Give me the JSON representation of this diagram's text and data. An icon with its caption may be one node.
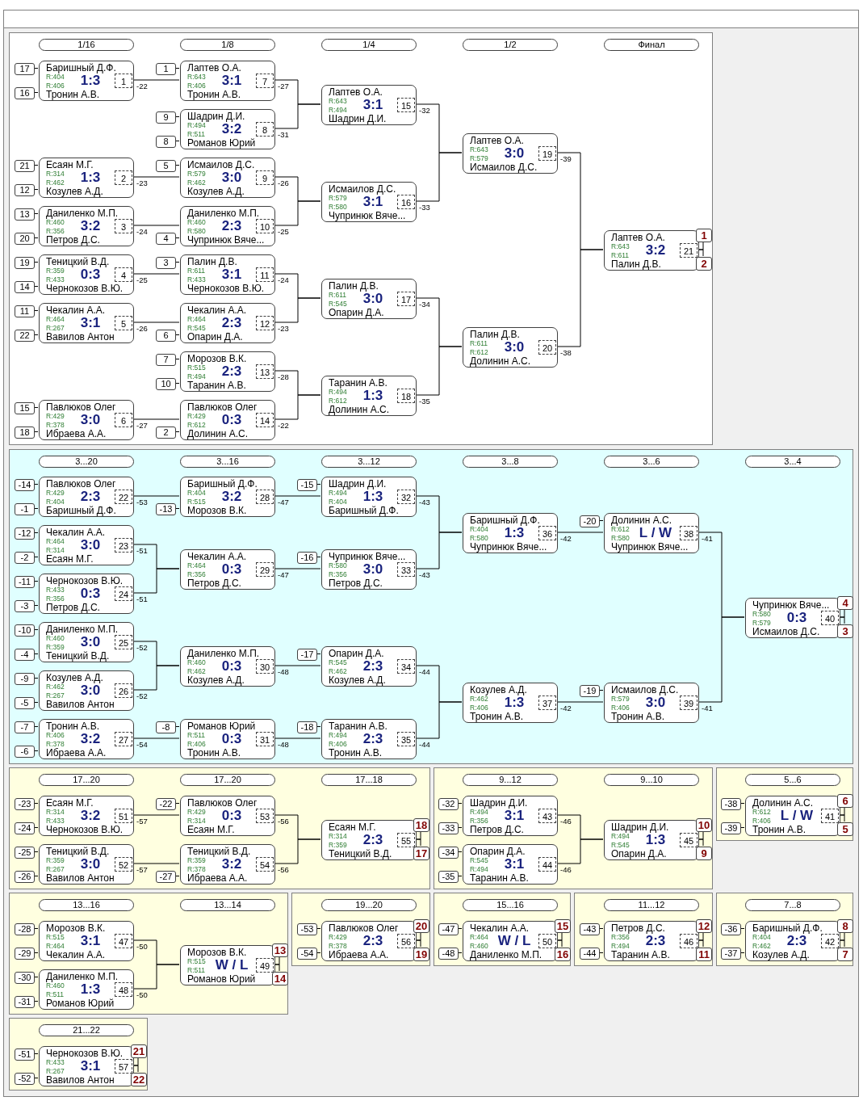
{
  "diagram": {
    "nodes": [
      {
        "text": [],
        "shape": "box"
      },
      {
        "text": [
          "1/16"
        ],
        "in": 0
      },
      {
        "text": [
          "1/8"
        ],
        "in": 0
      },
      {
        "text": [
          "1/4"
        ],
        "in": 0
      },
      {
        "text": [
          "1/2"
        ],
        "in": 0
      },
      {
        "text": [
          "Финал"
        ],
        "in": 0
      },
      {
        "text": [
          "17"
        ],
        "in": 0
      },
      {
        "text": [
          "16"
        ],
        "in": 0
      },
      {
        "text": [
          "Баришный Д.Ф.",
          "R:404",
          "1:3",
          "R:406",
          "Тронин А.В.",
          "1"
        ],
        "in": 0
      },
      {
        "text": [
          "21"
        ],
        "in": 0
      },
      {
        "text": [
          "12"
        ],
        "in": 0
      },
      {
        "text": [
          "Есаян М.Г.",
          "R:314",
          "1:3",
          "R:462",
          "Козулев А.Д.",
          "2"
        ],
        "in": 0
      },
      {
        "text": [
          "13"
        ],
        "in": 0
      },
      {
        "text": [
          "20"
        ],
        "in": 0
      },
      {
        "text": [
          "Даниленко М.П.",
          "R:460",
          "3:2",
          "R:356",
          "Петров Д.С.",
          "3"
        ],
        "in": 0
      },
      {
        "text": [
          "19"
        ],
        "in": 0
      },
      {
        "text": [
          "14"
        ],
        "in": 0
      },
      {
        "text": [
          "Теницкий В.Д.",
          "R:359",
          "0:3",
          "R:433",
          "Чернокозов В.Ю.",
          "4"
        ],
        "in": 0
      },
      {
        "text": [
          "11"
        ],
        "in": 0
      },
      {
        "text": [
          "22"
        ],
        "in": 0
      },
      {
        "text": [
          "Чекалин А.А.",
          "R:464",
          "3:1",
          "R:267",
          "Вавилов Антон",
          "5"
        ],
        "in": 0
      },
      {
        "text": [
          "15"
        ],
        "in": 0
      },
      {
        "text": [
          "18"
        ],
        "in": 0
      },
      {
        "text": [
          "Павлюков Олег",
          "R:429",
          "3:0",
          "R:378",
          "Ибраева А.А.",
          "6"
        ],
        "in": 0
      },
      {
        "text": [
          "1"
        ],
        "in": 0
      },
      {
        "text": [
          "Лаптев О.А.",
          "R:643",
          "3:1",
          "R:406",
          "Тронин А.В.",
          "7"
        ],
        "in": 0
      },
      {
        "text": [
          "9"
        ],
        "in": 0
      },
      {
        "text": [
          "8"
        ],
        "in": 0
      },
      {
        "text": [
          "Шадрин Д.И.",
          "R:494",
          "3:2",
          "R:511",
          "Романов Юрий",
          "8"
        ],
        "in": 0
      },
      {
        "text": [
          "5"
        ],
        "in": 0
      },
      {
        "text": [
          "Исмаилов Д.С.",
          "R:579",
          "3:0",
          "R:462",
          "Козулев А.Д.",
          "9"
        ],
        "in": 0
      },
      {
        "text": [
          "4"
        ],
        "in": 0
      },
      {
        "text": [
          "Даниленко М.П.",
          "R:460",
          "2:3",
          "R:580",
          "Чупринюк Вяче...",
          "10"
        ],
        "in": 0
      },
      {
        "text": [
          "3"
        ],
        "in": 0
      },
      {
        "text": [
          "Палин Д.В.",
          "R:611",
          "3:1",
          "R:433",
          "Чернокозов В.Ю.",
          "11"
        ],
        "in": 0
      },
      {
        "text": [
          "6"
        ],
        "in": 0
      },
      {
        "text": [
          "Чекалин А.А.",
          "R:464",
          "2:3",
          "R:545",
          "Опарин Д.А.",
          "12"
        ],
        "in": 0
      },
      {
        "text": [
          "7"
        ],
        "in": 0
      },
      {
        "text": [
          "10"
        ],
        "in": 0
      },
      {
        "text": [
          "Морозов В.К.",
          "R:515",
          "2:3",
          "R:494",
          "Таранин А.В.",
          "13"
        ],
        "in": 0
      },
      {
        "text": [
          "2"
        ],
        "in": 0
      },
      {
        "text": [
          "Павлюков Олег",
          "R:429",
          "0:3",
          "R:612",
          "Долинин А.С.",
          "14"
        ],
        "in": 0
      },
      {
        "text": [
          "Лаптев О.А.",
          "R:643",
          "3:1",
          "R:494",
          "Шадрин Д.И.",
          "15"
        ],
        "in": 0
      },
      {
        "text": [
          "Исмаилов Д.С.",
          "R:579",
          "3:1",
          "R:580",
          "Чупринюк Вяче...",
          "16"
        ],
        "in": 0
      },
      {
        "text": [
          "Палин Д.В.",
          "R:611",
          "3:0",
          "R:545",
          "Опарин Д.А.",
          "17"
        ],
        "in": 0
      },
      {
        "text": [
          "Таранин А.В.",
          "R:494",
          "1:3",
          "R:612",
          "Долинин А.С.",
          "18"
        ],
        "in": 0
      },
      {
        "text": [
          "Лаптев О.А.",
          "R:643",
          "3:0",
          "R:579",
          "Исмаилов Д.С.",
          "19"
        ],
        "in": 0
      },
      {
        "text": [
          "Палин Д.В.",
          "R:611",
          "3:0",
          "R:612",
          "Долинин А.С.",
          "20"
        ],
        "in": 0
      },
      {
        "text": [
          "Лаптев О.А.",
          "R:643",
          "3:2",
          "R:611",
          "Палин Д.В.",
          "21"
        ],
        "in": 0
      },
      {
        "text": [
          "1"
        ],
        "in": 0
      },
      {
        "text": [
          "2"
        ],
        "in": 0
      },
      {
        "text": [],
        "shape": "box"
      },
      {
        "text": [
          "3...20"
        ],
        "in": 51
      },
      {
        "text": [
          "3...16"
        ],
        "in": 51
      },
      {
        "text": [
          "3...12"
        ],
        "in": 51
      },
      {
        "text": [
          "3...8"
        ],
        "in": 51
      },
      {
        "text": [
          "3...6"
        ],
        "in": 51
      },
      {
        "text": [
          "3...4"
        ],
        "in": 51
      },
      {
        "text": [
          "-14"
        ],
        "in": 51
      },
      {
        "text": [
          "-1"
        ],
        "in": 51
      },
      {
        "text": [
          "Павлюков Олег",
          "R:429",
          "2:3",
          "R:404",
          "Баришный Д.Ф.",
          "22"
        ],
        "in": 51
      },
      {
        "text": [
          "-12"
        ],
        "in": 51
      },
      {
        "text": [
          "-2"
        ],
        "in": 51
      },
      {
        "text": [
          "Чекалин А.А.",
          "R:464",
          "3:0",
          "R:314",
          "Есаян М.Г.",
          "23"
        ],
        "in": 51
      },
      {
        "text": [
          "-11"
        ],
        "in": 51
      },
      {
        "text": [
          "-3"
        ],
        "in": 51
      },
      {
        "text": [
          "Чернокозов В.Ю.",
          "R:433",
          "0:3",
          "R:356",
          "Петров Д.С.",
          "24"
        ],
        "in": 51
      },
      {
        "text": [
          "-10"
        ],
        "in": 51
      },
      {
        "text": [
          "-4"
        ],
        "in": 51
      },
      {
        "text": [
          "Даниленко М.П.",
          "R:460",
          "3:0",
          "R:359",
          "Теницкий В.Д.",
          "25"
        ],
        "in": 51
      },
      {
        "text": [
          "-9"
        ],
        "in": 51
      },
      {
        "text": [
          "-5"
        ],
        "in": 51
      },
      {
        "text": [
          "Козулев А.Д.",
          "R:462",
          "3:0",
          "R:267",
          "Вавилов Антон",
          "26"
        ],
        "in": 51
      },
      {
        "text": [
          "-7"
        ],
        "in": 51
      },
      {
        "text": [
          "-6"
        ],
        "in": 51
      },
      {
        "text": [
          "Тронин А.В.",
          "R:406",
          "3:2",
          "R:378",
          "Ибраева А.А.",
          "27"
        ],
        "in": 51
      },
      {
        "text": [
          "-13"
        ],
        "in": 51
      },
      {
        "text": [
          "Баришный Д.Ф.",
          "R:404",
          "3:2",
          "R:515",
          "Морозов В.К.",
          "28"
        ],
        "in": 51
      },
      {
        "text": [
          "Чекалин А.А.",
          "R:464",
          "0:3",
          "R:356",
          "Петров Д.С.",
          "29"
        ],
        "in": 51
      },
      {
        "text": [
          "Даниленко М.П.",
          "R:460",
          "0:3",
          "R:462",
          "Козулев А.Д.",
          "30"
        ],
        "in": 51
      },
      {
        "text": [
          "-8"
        ],
        "in": 51
      },
      {
        "text": [
          "Романов Юрий",
          "R:511",
          "0:3",
          "R:406",
          "Тронин А.В.",
          "31"
        ],
        "in": 51
      },
      {
        "text": [
          "-15"
        ],
        "in": 51
      },
      {
        "text": [
          "Шадрин Д.И.",
          "R:494",
          "1:3",
          "R:404",
          "Баришный Д.Ф.",
          "32"
        ],
        "in": 51
      },
      {
        "text": [
          "-16"
        ],
        "in": 51
      },
      {
        "text": [
          "Чупринюк Вяче...",
          "R:580",
          "3:0",
          "R:356",
          "Петров Д.С.",
          "33"
        ],
        "in": 51
      },
      {
        "text": [
          "-17"
        ],
        "in": 51
      },
      {
        "text": [
          "Опарин Д.А.",
          "R:545",
          "2:3",
          "R:462",
          "Козулев А.Д.",
          "34"
        ],
        "in": 51
      },
      {
        "text": [
          "-18"
        ],
        "in": 51
      },
      {
        "text": [
          "Таранин А.В.",
          "R:494",
          "2:3",
          "R:406",
          "Тронин А.В.",
          "35"
        ],
        "in": 51
      },
      {
        "text": [
          "Баришный Д.Ф.",
          "R:404",
          "1:3",
          "R:580",
          "Чупринюк Вяче...",
          "36"
        ],
        "in": 51
      },
      {
        "text": [
          "Козулев А.Д.",
          "R:462",
          "1:3",
          "R:406",
          "Тронин А.В.",
          "37"
        ],
        "in": 51
      },
      {
        "text": [
          "-20"
        ],
        "in": 51
      },
      {
        "text": [
          "Долинин А.С.",
          "R:612",
          "L / W",
          "R:580",
          "Чупринюк Вяче...",
          "38"
        ],
        "in": 51
      },
      {
        "text": [
          "-19"
        ],
        "in": 51
      },
      {
        "text": [
          "Исмаилов Д.С.",
          "R:579",
          "3:0",
          "R:406",
          "Тронин А.В.",
          "39"
        ],
        "in": 51
      },
      {
        "text": [
          "Чупринюк Вяче...",
          "R:580",
          "0:3",
          "R:579",
          "Исмаилов Д.С.",
          "40"
        ],
        "in": 51
      },
      {
        "text": [
          "4"
        ],
        "in": 51
      },
      {
        "text": [
          "3"
        ],
        "in": 51
      },
      {
        "text": [],
        "shape": "box"
      },
      {
        "text": [
          "17...20"
        ],
        "in": 99
      },
      {
        "text": [
          "17...20"
        ],
        "in": 99
      },
      {
        "text": [
          "17...18"
        ],
        "in": 99
      },
      {
        "text": [
          "-23"
        ],
        "in": 99
      },
      {
        "text": [
          "-24"
        ],
        "in": 99
      },
      {
        "text": [
          "Есаян М.Г.",
          "R:314",
          "3:2",
          "R:433",
          "Чернокозов В.Ю.",
          "51"
        ],
        "in": 99
      },
      {
        "text": [
          "-25"
        ],
        "in": 99
      },
      {
        "text": [
          "-26"
        ],
        "in": 99
      },
      {
        "text": [
          "Теницкий В.Д.",
          "R:359",
          "3:0",
          "R:267",
          "Вавилов Антон",
          "52"
        ],
        "in": 99
      },
      {
        "text": [
          "-22"
        ],
        "in": 99
      },
      {
        "text": [
          "Павлюков Олег",
          "R:429",
          "0:3",
          "R:314",
          "Есаян М.Г.",
          "53"
        ],
        "in": 99
      },
      {
        "text": [
          "-27"
        ],
        "in": 99
      },
      {
        "text": [
          "Теницкий В.Д.",
          "R:359",
          "3:2",
          "R:378",
          "Ибраева А.А.",
          "54"
        ],
        "in": 99
      },
      {
        "text": [
          "Есаян М.Г.",
          "R:314",
          "2:3",
          "R:359",
          "Теницкий В.Д.",
          "55"
        ],
        "in": 99
      },
      {
        "text": [
          "18"
        ],
        "in": 99
      },
      {
        "text": [
          "17"
        ],
        "in": 99
      },
      {
        "text": [],
        "shape": "box"
      },
      {
        "text": [
          "9...12"
        ],
        "in": 116
      },
      {
        "text": [
          "9...10"
        ],
        "in": 116
      },
      {
        "text": [
          "-32"
        ],
        "in": 116
      },
      {
        "text": [
          "-33"
        ],
        "in": 116
      },
      {
        "text": [
          "Шадрин Д.И.",
          "R:494",
          "3:1",
          "R:356",
          "Петров Д.С.",
          "43"
        ],
        "in": 116
      },
      {
        "text": [
          "-34"
        ],
        "in": 116
      },
      {
        "text": [
          "-35"
        ],
        "in": 116
      },
      {
        "text": [
          "Опарин Д.А.",
          "R:545",
          "3:1",
          "R:494",
          "Таранин А.В.",
          "44"
        ],
        "in": 116
      },
      {
        "text": [
          "Шадрин Д.И.",
          "R:494",
          "1:3",
          "R:545",
          "Опарин Д.А.",
          "45"
        ],
        "in": 116
      },
      {
        "text": [
          "10"
        ],
        "in": 116
      },
      {
        "text": [
          "9"
        ],
        "in": 116
      },
      {
        "text": [],
        "shape": "box"
      },
      {
        "text": [
          "5...6"
        ],
        "in": 128
      },
      {
        "text": [
          "-38"
        ],
        "in": 128
      },
      {
        "text": [
          "-39"
        ],
        "in": 128
      },
      {
        "text": [
          "Долинин А.С.",
          "R:612",
          "L / W",
          "R:406",
          "Тронин А.В.",
          "41"
        ],
        "in": 128
      },
      {
        "text": [
          "6"
        ],
        "in": 128
      },
      {
        "text": [
          "5"
        ],
        "in": 128
      },
      {
        "text": [],
        "shape": "box"
      },
      {
        "text": [
          "13...16"
        ],
        "in": 135
      },
      {
        "text": [
          "13...14"
        ],
        "in": 135
      },
      {
        "text": [
          "-28"
        ],
        "in": 135
      },
      {
        "text": [
          "-29"
        ],
        "in": 135
      },
      {
        "text": [
          "Морозов В.К.",
          "R:515",
          "3:1",
          "R:464",
          "Чекалин А.А.",
          "47"
        ],
        "in": 135
      },
      {
        "text": [
          "-30"
        ],
        "in": 135
      },
      {
        "text": [
          "-31"
        ],
        "in": 135
      },
      {
        "text": [
          "Даниленко М.П.",
          "R:460",
          "1:3",
          "R:511",
          "Романов Юрий",
          "48"
        ],
        "in": 135
      },
      {
        "text": [
          "Морозов В.К.",
          "R:515",
          "W / L",
          "R:511",
          "Романов Юрий",
          "49"
        ],
        "in": 135
      },
      {
        "text": [
          "13"
        ],
        "in": 135
      },
      {
        "text": [
          "14"
        ],
        "in": 135
      },
      {
        "text": [],
        "shape": "box"
      },
      {
        "text": [
          "19...20"
        ],
        "in": 147
      },
      {
        "text": [
          "-53"
        ],
        "in": 147
      },
      {
        "text": [
          "-54"
        ],
        "in": 147
      },
      {
        "text": [
          "Павлюков Олег",
          "R:429",
          "2:3",
          "R:378",
          "Ибраева А.А.",
          "56"
        ],
        "in": 147
      },
      {
        "text": [
          "20"
        ],
        "in": 147
      },
      {
        "text": [
          "19"
        ],
        "in": 147
      },
      {
        "text": [],
        "shape": "box"
      },
      {
        "text": [
          "15...16"
        ],
        "in": 154
      },
      {
        "text": [
          "-47"
        ],
        "in": 154
      },
      {
        "text": [
          "-48"
        ],
        "in": 154
      },
      {
        "text": [
          "Чекалин А.А.",
          "R:464",
          "W / L",
          "R:460",
          "Даниленко М.П.",
          "50"
        ],
        "in": 154
      },
      {
        "text": [
          "15"
        ],
        "in": 154
      },
      {
        "text": [
          "16"
        ],
        "in": 154
      },
      {
        "text": [],
        "shape": "box"
      },
      {
        "text": [
          "11...12"
        ],
        "in": 161
      },
      {
        "text": [
          "-43"
        ],
        "in": 161
      },
      {
        "text": [
          "-44"
        ],
        "in": 161
      },
      {
        "text": [
          "Петров Д.С.",
          "R:356",
          "2:3",
          "R:494",
          "Таранин А.В.",
          "46"
        ],
        "in": 161
      },
      {
        "text": [
          "12"
        ],
        "in": 161
      },
      {
        "text": [
          "11"
        ],
        "in": 161
      },
      {
        "text": [],
        "shape": "box"
      },
      {
        "text": [
          "7...8"
        ],
        "in": 168
      },
      {
        "text": [
          "-36"
        ],
        "in": 168
      },
      {
        "text": [
          "-37"
        ],
        "in": 168
      },
      {
        "text": [
          "Баришный Д.Ф.",
          "R:404",
          "2:3",
          "R:462",
          "Козулев А.Д.",
          "42"
        ],
        "in": 168
      },
      {
        "text": [
          "8"
        ],
        "in": 168
      },
      {
        "text": [
          "7"
        ],
        "in": 168
      },
      {
        "text": [],
        "shape": "box"
      },
      {
        "text": [
          "21...22"
        ],
        "in": 175
      },
      {
        "text": [
          "-51"
        ],
        "in": 175
      },
      {
        "text": [
          "-52"
        ],
        "in": 175
      },
      {
        "text": [
          "Чернокозов В.Ю.",
          "R:433",
          "3:1",
          "R:267",
          "Вавилов Антон",
          "57"
        ],
        "in": 175
      },
      {
        "text": [
          "21"
        ],
        "in": 175
      },
      {
        "text": [
          "22"
        ],
        "in": 175
      }
    ],
    "edges": [
      {
        "from": 6,
        "to": 8,
        "arrow": "none"
      },
      {
        "from": 7,
        "to": 8,
        "arrow": "none"
      },
      {
        "from": 9,
        "to": 11,
        "arrow": "none"
      },
      {
        "from": 10,
        "to": 11,
        "arrow": "none"
      },
      {
        "from": 12,
        "to": 14,
        "arrow": "none"
      },
      {
        "from": 13,
        "to": 14,
        "arrow": "none"
      },
      {
        "from": 15,
        "to": 17,
        "arrow": "none"
      },
      {
        "from": 16,
        "to": 17,
        "arrow": "none"
      },
      {
        "from": 18,
        "to": 20,
        "arrow": "none"
      },
      {
        "from": 19,
        "to": 20,
        "arrow": "none"
      },
      {
        "from": 21,
        "to": 23,
        "arrow": "none"
      },
      {
        "from": 22,
        "to": 23,
        "arrow": "none"
      },
      {
        "from": 24,
        "to": 25,
        "arrow": "none"
      },
      {
        "from": 8,
        "to": 25,
        "arrow": "none",
        "label": "-22"
      },
      {
        "from": 26,
        "to": 28,
        "arrow": "none"
      },
      {
        "from": 27,
        "to": 28,
        "arrow": "none"
      },
      {
        "from": 29,
        "to": 30,
        "arrow": "none"
      },
      {
        "from": 11,
        "to": 30,
        "arrow": "none",
        "label": "-23"
      },
      {
        "from": 14,
        "to": 32,
        "arrow": "none",
        "label": "-24"
      },
      {
        "from": 31,
        "to": 32,
        "arrow": "none"
      },
      {
        "from": 33,
        "to": 34,
        "arrow": "none"
      },
      {
        "from": 17,
        "to": 34,
        "arrow": "none",
        "label": "-25"
      },
      {
        "from": 20,
        "to": 36,
        "arrow": "none",
        "label": "-26"
      },
      {
        "from": 35,
        "to": 36,
        "arrow": "none"
      },
      {
        "from": 37,
        "to": 39,
        "arrow": "none"
      },
      {
        "from": 38,
        "to": 39,
        "arrow": "none"
      },
      {
        "from": 23,
        "to": 41,
        "arrow": "none",
        "label": "-27"
      },
      {
        "from": 40,
        "to": 41,
        "arrow": "none"
      },
      {
        "from": 25,
        "to": 42,
        "arrow": "none",
        "label": "-27"
      },
      {
        "from": 28,
        "to": 42,
        "arrow": "none",
        "label": "-31"
      },
      {
        "from": 30,
        "to": 43,
        "arrow": "none",
        "label": "-26"
      },
      {
        "from": 32,
        "to": 43,
        "arrow": "none",
        "label": "-25"
      },
      {
        "from": 34,
        "to": 44,
        "arrow": "none",
        "label": "-24"
      },
      {
        "from": 36,
        "to": 44,
        "arrow": "none",
        "label": "-23"
      },
      {
        "from": 39,
        "to": 45,
        "arrow": "none",
        "label": "-28"
      },
      {
        "from": 41,
        "to": 45,
        "arrow": "none",
        "label": "-22"
      },
      {
        "from": 42,
        "to": 46,
        "arrow": "none",
        "label": "-32"
      },
      {
        "from": 43,
        "to": 46,
        "arrow": "none",
        "label": "-33"
      },
      {
        "from": 44,
        "to": 47,
        "arrow": "none",
        "label": "-34"
      },
      {
        "from": 45,
        "to": 47,
        "arrow": "none",
        "label": "-35"
      },
      {
        "from": 46,
        "to": 48,
        "arrow": "none",
        "label": "-39"
      },
      {
        "from": 47,
        "to": 48,
        "arrow": "none",
        "label": "-38"
      },
      {
        "from": 48,
        "to": 49,
        "arrow": "none"
      },
      {
        "from": 48,
        "to": 50,
        "arrow": "none"
      },
      {
        "from": 58,
        "to": 60,
        "arrow": "none"
      },
      {
        "from": 59,
        "to": 60,
        "arrow": "none"
      },
      {
        "from": 61,
        "to": 63,
        "arrow": "none"
      },
      {
        "from": 62,
        "to": 63,
        "arrow": "none"
      },
      {
        "from": 64,
        "to": 66,
        "arrow": "none"
      },
      {
        "from": 65,
        "to": 66,
        "arrow": "none"
      },
      {
        "from": 67,
        "to": 69,
        "arrow": "none"
      },
      {
        "from": 68,
        "to": 69,
        "arrow": "none"
      },
      {
        "from": 70,
        "to": 72,
        "arrow": "none"
      },
      {
        "from": 71,
        "to": 72,
        "arrow": "none"
      },
      {
        "from": 73,
        "to": 75,
        "arrow": "none"
      },
      {
        "from": 74,
        "to": 75,
        "arrow": "none"
      },
      {
        "from": 60,
        "to": 77,
        "arrow": "none",
        "label": "-53"
      },
      {
        "from": 76,
        "to": 77,
        "arrow": "none"
      },
      {
        "from": 63,
        "to": 78,
        "arrow": "none",
        "label": "-51"
      },
      {
        "from": 66,
        "to": 78,
        "arrow": "none",
        "label": "-51"
      },
      {
        "from": 69,
        "to": 79,
        "arrow": "none",
        "label": "-52"
      },
      {
        "from": 72,
        "to": 79,
        "arrow": "none",
        "label": "-52"
      },
      {
        "from": 80,
        "to": 81,
        "arrow": "none"
      },
      {
        "from": 75,
        "to": 81,
        "arrow": "none",
        "label": "-54"
      },
      {
        "from": 82,
        "to": 83,
        "arrow": "none"
      },
      {
        "from": 77,
        "to": 83,
        "arrow": "none",
        "label": "-47"
      },
      {
        "from": 84,
        "to": 85,
        "arrow": "none"
      },
      {
        "from": 78,
        "to": 85,
        "arrow": "none",
        "label": "-47"
      },
      {
        "from": 86,
        "to": 87,
        "arrow": "none"
      },
      {
        "from": 79,
        "to": 87,
        "arrow": "none",
        "label": "-48"
      },
      {
        "from": 88,
        "to": 89,
        "arrow": "none"
      },
      {
        "from": 81,
        "to": 89,
        "arrow": "none",
        "label": "-48"
      },
      {
        "from": 83,
        "to": 90,
        "arrow": "none",
        "label": "-43"
      },
      {
        "from": 85,
        "to": 90,
        "arrow": "none",
        "label": "-43"
      },
      {
        "from": 87,
        "to": 91,
        "arrow": "none",
        "label": "-44"
      },
      {
        "from": 89,
        "to": 91,
        "arrow": "none",
        "label": "-44"
      },
      {
        "from": 92,
        "to": 93,
        "arrow": "none"
      },
      {
        "from": 90,
        "to": 93,
        "arrow": "none",
        "label": "-42"
      },
      {
        "from": 94,
        "to": 95,
        "arrow": "none"
      },
      {
        "from": 91,
        "to": 95,
        "arrow": "none",
        "label": "-42"
      },
      {
        "from": 93,
        "to": 96,
        "arrow": "none",
        "label": "-41"
      },
      {
        "from": 95,
        "to": 96,
        "arrow": "none",
        "label": "-41"
      },
      {
        "from": 96,
        "to": 97,
        "arrow": "none"
      },
      {
        "from": 96,
        "to": 98,
        "arrow": "none"
      },
      {
        "from": 103,
        "to": 105,
        "arrow": "none"
      },
      {
        "from": 104,
        "to": 105,
        "arrow": "none"
      },
      {
        "from": 106,
        "to": 108,
        "arrow": "none"
      },
      {
        "from": 107,
        "to": 108,
        "arrow": "none"
      },
      {
        "from": 109,
        "to": 110,
        "arrow": "none"
      },
      {
        "from": 105,
        "to": 110,
        "arrow": "none",
        "label": "-57"
      },
      {
        "from": 108,
        "to": 112,
        "arrow": "none",
        "label": "-57"
      },
      {
        "from": 111,
        "to": 112,
        "arrow": "none"
      },
      {
        "from": 110,
        "to": 113,
        "arrow": "none",
        "label": "-56"
      },
      {
        "from": 112,
        "to": 113,
        "arrow": "none",
        "label": "-56"
      },
      {
        "from": 113,
        "to": 114,
        "arrow": "none"
      },
      {
        "from": 113,
        "to": 115,
        "arrow": "none"
      },
      {
        "from": 119,
        "to": 121,
        "arrow": "none"
      },
      {
        "from": 120,
        "to": 121,
        "arrow": "none"
      },
      {
        "from": 122,
        "to": 124,
        "arrow": "none"
      },
      {
        "from": 123,
        "to": 124,
        "arrow": "none"
      },
      {
        "from": 121,
        "to": 125,
        "arrow": "none",
        "label": "-46"
      },
      {
        "from": 124,
        "to": 125,
        "arrow": "none",
        "label": "-46"
      },
      {
        "from": 125,
        "to": 126,
        "arrow": "none"
      },
      {
        "from": 125,
        "to": 127,
        "arrow": "none"
      },
      {
        "from": 130,
        "to": 132,
        "arrow": "none"
      },
      {
        "from": 131,
        "to": 132,
        "arrow": "none"
      },
      {
        "from": 132,
        "to": 133,
        "arrow": "none"
      },
      {
        "from": 132,
        "to": 134,
        "arrow": "none"
      },
      {
        "from": 138,
        "to": 140,
        "arrow": "none"
      },
      {
        "from": 139,
        "to": 140,
        "arrow": "none"
      },
      {
        "from": 141,
        "to": 143,
        "arrow": "none"
      },
      {
        "from": 142,
        "to": 143,
        "arrow": "none"
      },
      {
        "from": 140,
        "to": 144,
        "arrow": "none",
        "label": "-50"
      },
      {
        "from": 143,
        "to": 144,
        "arrow": "none",
        "label": "-50"
      },
      {
        "from": 144,
        "to": 145,
        "arrow": "none"
      },
      {
        "from": 144,
        "to": 146,
        "arrow": "none"
      },
      {
        "from": 149,
        "to": 151,
        "arrow": "none"
      },
      {
        "from": 150,
        "to": 151,
        "arrow": "none"
      },
      {
        "from": 151,
        "to": 152,
        "arrow": "none"
      },
      {
        "from": 151,
        "to": 153,
        "arrow": "none"
      },
      {
        "from": 156,
        "to": 158,
        "arrow": "none"
      },
      {
        "from": 157,
        "to": 158,
        "arrow": "none"
      },
      {
        "from": 158,
        "to": 159,
        "arrow": "none"
      },
      {
        "from": 158,
        "to": 160,
        "arrow": "none"
      },
      {
        "from": 163,
        "to": 165,
        "arrow": "none"
      },
      {
        "from": 164,
        "to": 165,
        "arrow": "none"
      },
      {
        "from": 165,
        "to": 166,
        "arrow": "none"
      },
      {
        "from": 165,
        "to": 167,
        "arrow": "none"
      },
      {
        "from": 170,
        "to": 172,
        "arrow": "none"
      },
      {
        "from": 171,
        "to": 172,
        "arrow": "none"
      },
      {
        "from": 172,
        "to": 173,
        "arrow": "none"
      },
      {
        "from": 172,
        "to": 174,
        "arrow": "none"
      },
      {
        "from": 177,
        "to": 179,
        "arrow": "none"
      },
      {
        "from": 178,
        "to": 179,
        "arrow": "none"
      },
      {
        "from": 179,
        "to": 180,
        "arrow": "none"
      },
      {
        "from": 179,
        "to": 181,
        "arrow": "none"
      }
    ]
  }
}
